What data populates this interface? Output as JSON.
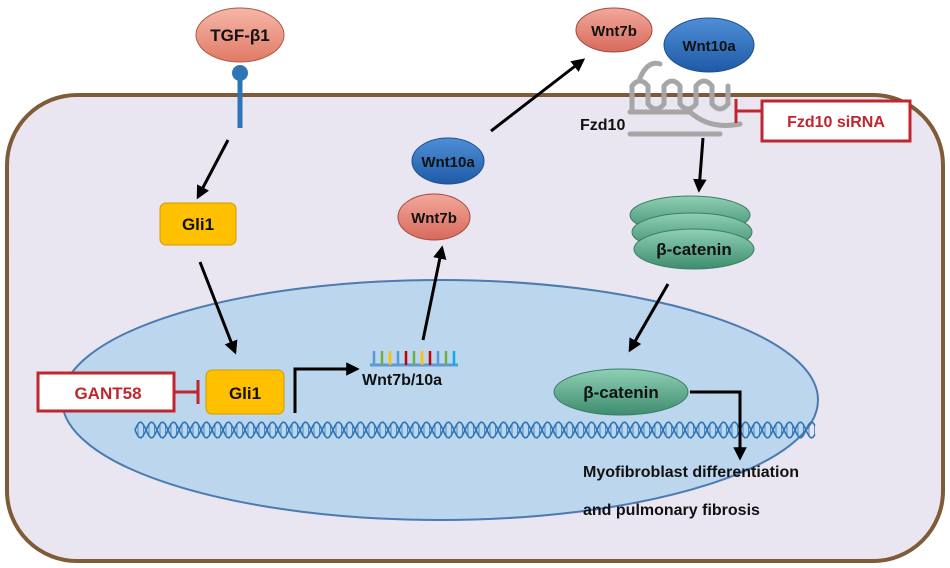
{
  "ligand": {
    "label": "TGF-β1"
  },
  "gli1_cytoplasm": {
    "label": "Gli1"
  },
  "gli1_nucleus": {
    "label": "Gli1"
  },
  "gant58": {
    "label": "GANT58"
  },
  "gene": {
    "label": "Wnt7b/10a"
  },
  "wnt10a_cyto": {
    "label": "Wnt10a"
  },
  "wnt7b_cyto": {
    "label": "Wnt7b"
  },
  "wnt7b_out": {
    "label": "Wnt7b"
  },
  "wnt10a_out": {
    "label": "Wnt10a"
  },
  "receptor": {
    "label": "Fzd10"
  },
  "sirna": {
    "label": "Fzd10 siRNA"
  },
  "catenin_cyto": {
    "label": "β-catenin"
  },
  "catenin_nucleus": {
    "label": "β-catenin"
  },
  "outcome": {
    "line1": "Myofibroblast differentiation",
    "line2": "and pulmonary fibrosis"
  },
  "colors": {
    "cell_fill": "#eae6f1",
    "cell_border": "#7f5b38",
    "nucleus_fill": "#bcd6ee",
    "nucleus_border": "#4b7bb0",
    "gli1": "#ffc000",
    "wnt7b": "#e07f72",
    "wnt10a": "#2f6fba",
    "catenin": "#5aa78a",
    "inhibitor": "#c0262d",
    "receptor_line": "#5b9bd5",
    "dna": "#2e75b6"
  },
  "icons": [
    "receptor-icon",
    "dna-icon",
    "gene-bars-icon",
    "fzd10-receptor-icon"
  ]
}
